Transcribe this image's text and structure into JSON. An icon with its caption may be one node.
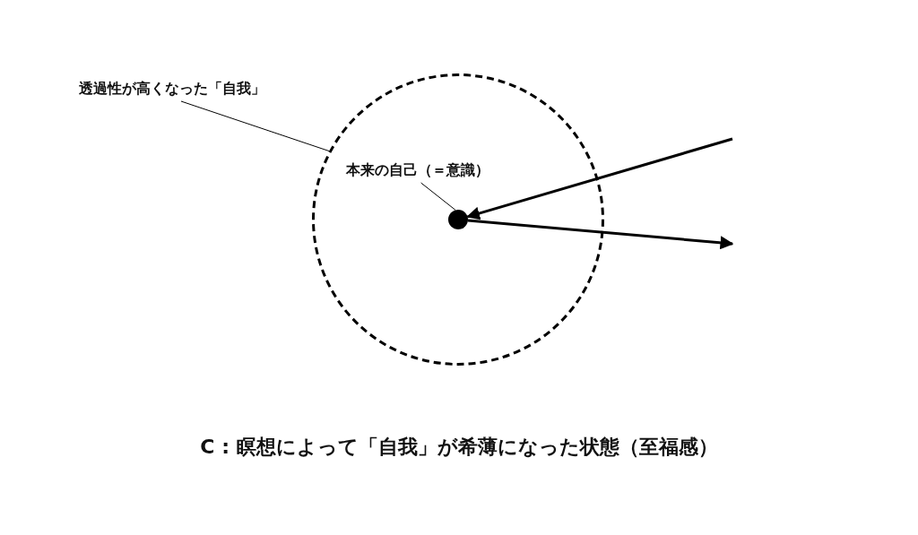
{
  "diagram": {
    "caption": "C : 瞑想によって「自我」が希薄になった状態（至福感）",
    "nodes": [
      {
        "text": [
          "透過性が高くなった「自我」"
        ]
      },
      {
        "text": [],
        "shape": "circle"
      },
      {
        "text": [
          "本来の自己（＝意識）"
        ],
        "in": 1
      },
      {
        "text": [],
        "shape": "circle",
        "in": 1
      }
    ],
    "edges": [
      {
        "from": 0,
        "to": 1,
        "arrow": "none"
      },
      {
        "from": 2,
        "to": 3,
        "arrow": "none"
      },
      {
        "from": null,
        "to": 3,
        "arrow": "to",
        "style": "thick"
      },
      {
        "from": 3,
        "to": null,
        "arrow": "to",
        "style": "thick"
      }
    ]
  }
}
